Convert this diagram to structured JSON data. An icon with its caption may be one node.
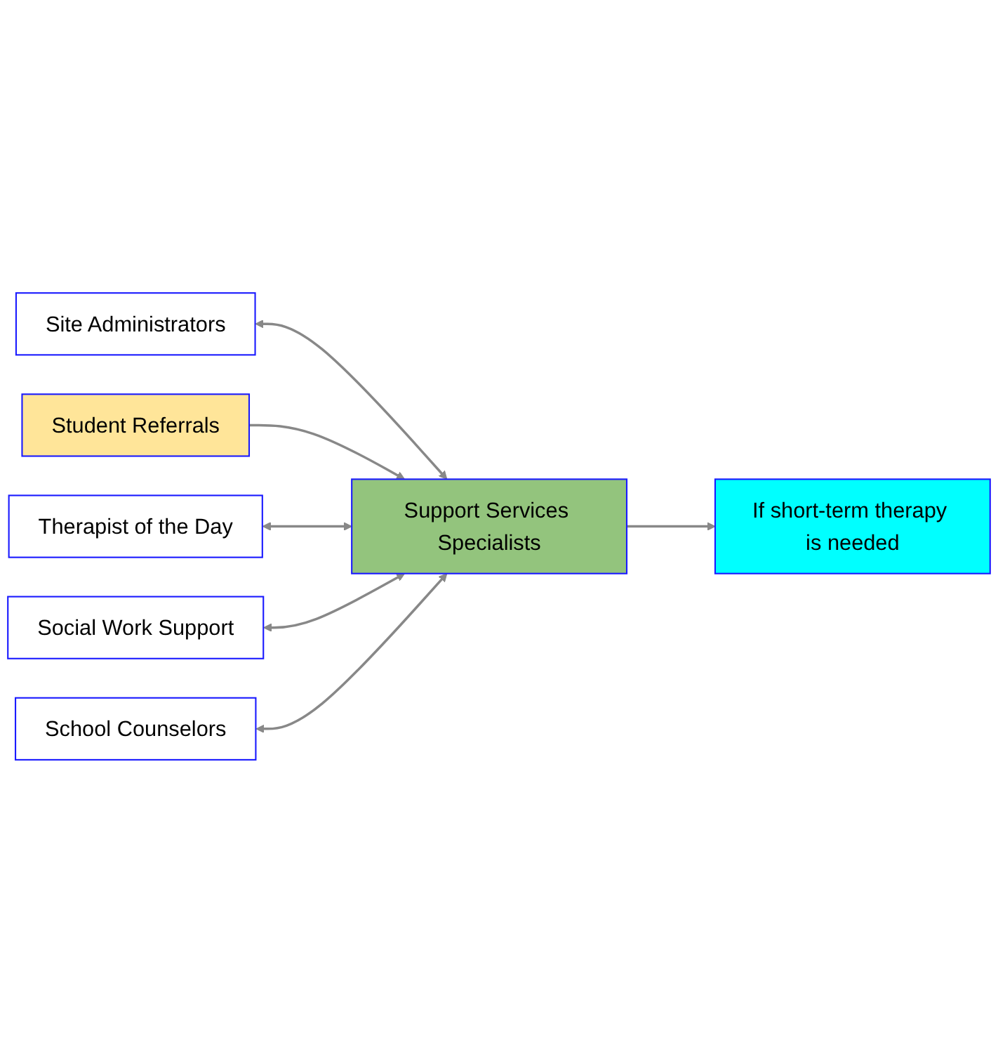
{
  "diagram": {
    "nodes": [
      {
        "text": [
          "Site Administrators"
        ]
      },
      {
        "text": [
          "Student Referrals"
        ]
      },
      {
        "text": [
          "Therapist of the Day"
        ]
      },
      {
        "text": [
          "Support Services Specialists"
        ]
      },
      {
        "text": [
          "Social Work Support"
        ]
      },
      {
        "text": [
          "School Counselors"
        ]
      },
      {
        "text": [
          "If short-term therapy is needed"
        ]
      }
    ],
    "edges": [
      {
        "from": 0,
        "to": 3,
        "arrow": "both"
      },
      {
        "from": 1,
        "to": 3,
        "arrow": "to"
      },
      {
        "from": 2,
        "to": 3,
        "arrow": "both"
      },
      {
        "from": 4,
        "to": 3,
        "arrow": "both"
      },
      {
        "from": 5,
        "to": 3,
        "arrow": "both"
      },
      {
        "from": 3,
        "to": 6,
        "arrow": "to"
      }
    ]
  }
}
